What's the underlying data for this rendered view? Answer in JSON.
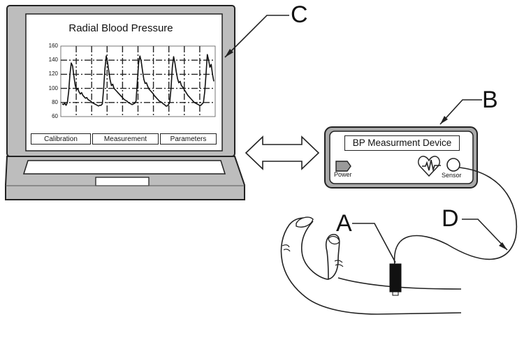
{
  "callouts": {
    "a": "A",
    "b": "B",
    "c": "C",
    "d": "D"
  },
  "screen": {
    "chart_title": "Radial Blood Pressure",
    "buttons": [
      "Calibration",
      "Measurement",
      "Parameters"
    ]
  },
  "device": {
    "title": "BP Measurment Device",
    "power_label": "Power",
    "sensor_label": "Sensor"
  },
  "chart_data": {
    "type": "line",
    "title": "Radial Blood Pressure",
    "xlabel": "",
    "ylabel": "",
    "ylim": [
      60,
      160
    ],
    "yticks": [
      60,
      80,
      100,
      120,
      140,
      160
    ],
    "grid": true,
    "series": [
      {
        "values": [
          78,
          77,
          79,
          76,
          80,
          95,
          120,
          136,
          132,
          118,
          105,
          98,
          100,
          95,
          92,
          94,
          90,
          88,
          86,
          87,
          84,
          83,
          82,
          80,
          79,
          78,
          77,
          76,
          75,
          76,
          76,
          78,
          100,
          128,
          146,
          137,
          124,
          112,
          104,
          106,
          100,
          98,
          96,
          94,
          92,
          90,
          88,
          86,
          84,
          83,
          82,
          80,
          79,
          78,
          77,
          78,
          79,
          82,
          110,
          136,
          146,
          138,
          125,
          113,
          107,
          108,
          103,
          99,
          97,
          95,
          93,
          90,
          88,
          86,
          84,
          82,
          81,
          80,
          78,
          77,
          75,
          75,
          77,
          80,
          100,
          130,
          145,
          136,
          124,
          114,
          108,
          110,
          104,
          102,
          99,
          96,
          93,
          90,
          88,
          86,
          84,
          82,
          80,
          79,
          78,
          77,
          76,
          76,
          78,
          80,
          95,
          120,
          148,
          140,
          130,
          134,
          120,
          110
        ]
      }
    ]
  }
}
